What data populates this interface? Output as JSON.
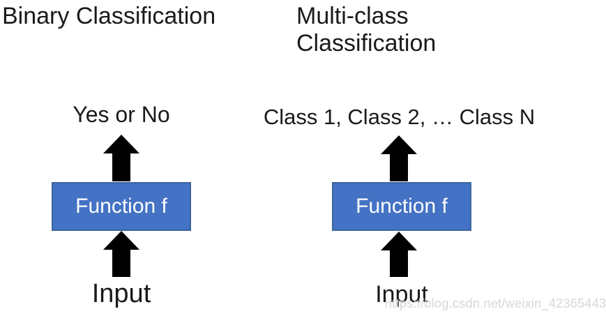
{
  "slide": {
    "headings": {
      "left": "Binary Classification",
      "right": "Multi-class\nClassification"
    },
    "binary": {
      "output_label": "Yes or No",
      "box_label": "Function f",
      "input_label": "Input"
    },
    "multiclass": {
      "output_label": "Class 1, Class 2, … Class N",
      "box_label": "Function f",
      "input_label": "Input"
    },
    "watermark": "https://blog.csdn.net/weixin_42365443",
    "colors": {
      "background": "#FFFFFF",
      "heading_text": "#1A1A1A",
      "box_fill": "#4472C4",
      "box_border": "#3B659E",
      "box_text": "#FFFFFF",
      "arrow": "#000000",
      "watermark_text": "#D6D6D9"
    }
  }
}
